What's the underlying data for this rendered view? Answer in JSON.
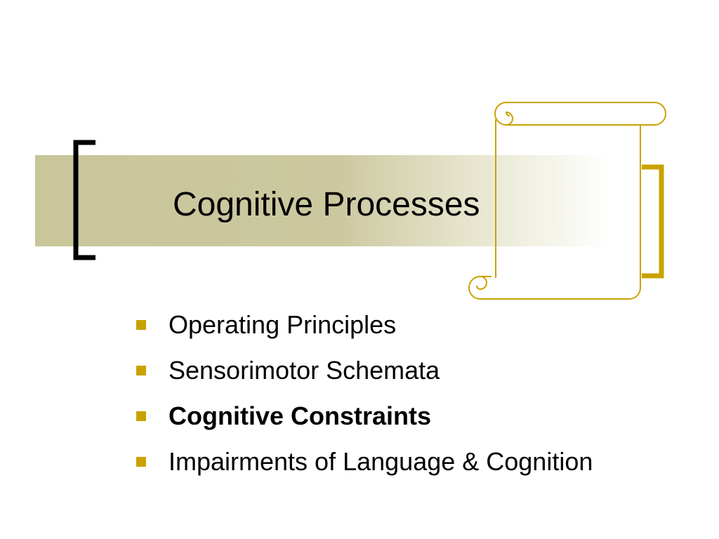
{
  "slide": {
    "title": "Cognitive Processes",
    "bullets": [
      {
        "text": "Operating Principles",
        "bold": false
      },
      {
        "text": "Sensorimotor Schemata",
        "bold": false
      },
      {
        "text": "Cognitive Constraints",
        "bold": true
      },
      {
        "text": "Impairments of Language & Cognition",
        "bold": false
      }
    ],
    "icons": {
      "left_bracket": "left-bracket-icon",
      "right_bracket": "right-bracket-icon",
      "scroll": "scroll-icon",
      "bullet": "square-bullet-icon"
    },
    "colors": {
      "band": "#c9c69a",
      "accent": "#c9a200",
      "bracket_left": "#000000",
      "text": "#000000"
    }
  }
}
